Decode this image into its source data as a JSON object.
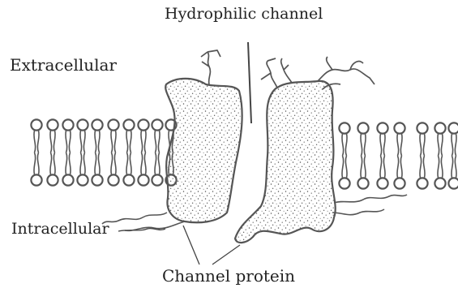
{
  "labels": {
    "hydrophilic_channel": "Hydrophilic channel",
    "extracellular": "Extracellular",
    "intracellular": "Intracellular",
    "channel_protein": "Channel protein"
  },
  "colors": {
    "ink": "#555555",
    "fill": "#ffffff",
    "stipple": "#555555"
  }
}
